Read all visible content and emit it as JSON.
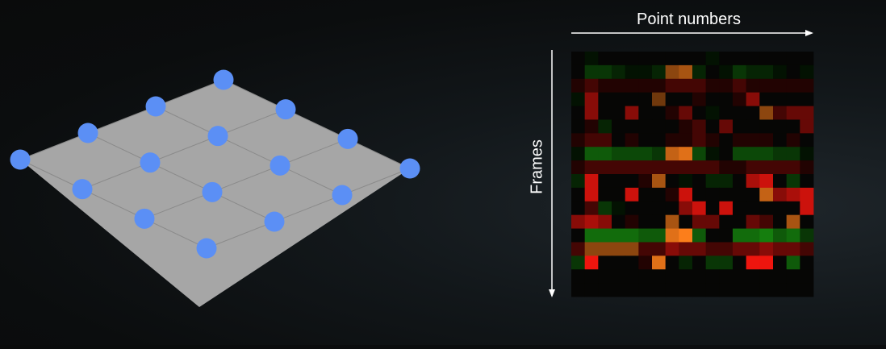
{
  "x_axis_label": "Point numbers",
  "y_axis_label": "Frames",
  "colors": {
    "plane_fill": "#a6a6a6",
    "grid_line": "#8a8a8a",
    "point": "#5b8ff5",
    "arrow": "#ffffff"
  },
  "mesh": {
    "rows": 4,
    "cols": 4
  },
  "heatmap": {
    "rows": 18,
    "cols": 18,
    "cells": [
      "0g 1g 0g 0g 0g 0g 0g 0g 0g 0g 1g 0g 0g 0g 0g 0g 0g 0g",
      "0g 3g 3g 2g 1g 1g 2g 4o 5o 2g 0g 1g 3g 2g 2g 1g 0g 1g",
      "1r 2r 1r 1r 1r 1r 1r 2r 2r 2r 1r 1r 2r 1r 1r 1r 1r 1r",
      "1g 4r 0g 0g 0g 0g 3o 0g 0g 1r 0g 0g 1r 4r 0g 0g 0g 0g",
      "0g 4r 0g 0g 4r 0g 0g 1r 3r 0g 1g 0g 0g 0g 4o 2r 3r 3r",
      "0g 1r 2g 0g 0g 0g 0g 0g 1r 2r 0g 3r 0g 0g 0g 0g 0g 3r",
      "1r 2r 2r 0g 1r 0g 0g 1r 1r 2r 1r 0g 1r 1r 1r 0g 1r 0g",
      "1g 5g 5g 4g 4g 4g 3g 6o 7o 4g 1g 0g 4g 4g 4g 3g 3g 1g",
      "1r 2r 2r 2r 2r 2r 2r 2r 2r 2r 2r 1r 1r 2r 2r 2r 2r 1r",
      "2g 6r 0g 0g 0g 1r 5o 0g 1g 0g 2g 2g 0g 5r 6r 0g 3g 0g",
      "0g 6r 0g 0g 6r 0g 0g 1r 6r 0g 0g 0g 0g 0g 6o 4r 5r 6r",
      "0g 2r 3g 1g 0g 0g 0g 0g 4r 6r 0g 6r 0g 0g 0g 0g 0g 6r",
      "4r 5r 4r 0g 1r 0g 0g 5o 0g 3r 3r 0g 0g 3r 2r 0g 5o 0g",
      "0g 6g 6g 6g 6g 5g 5g 7o 8o 5g 0g 0g 6g 6g 7g 5g 6g 3g",
      "2r 4o 4o 4o 4o 2r 2r 4r 3r 3r 2r 2r 3r 3r 4r 3r 3r 2r",
      "3g 7r 0g 0g 0g 1r 7o 0g 2g 0g 3g 3g 0g 7r 7r 0g 5g 0g",
      "0g 0g 0g 0g 0g 0g 0g 0g 0g 0g 0g 0g 0g 0g 0g 0g 0g 0g",
      "0g 0g 0g 0g 0g 0g 0g 0g 0g 0g 0g 0g 0g 0g 0g 0g 0g 0g"
    ]
  }
}
